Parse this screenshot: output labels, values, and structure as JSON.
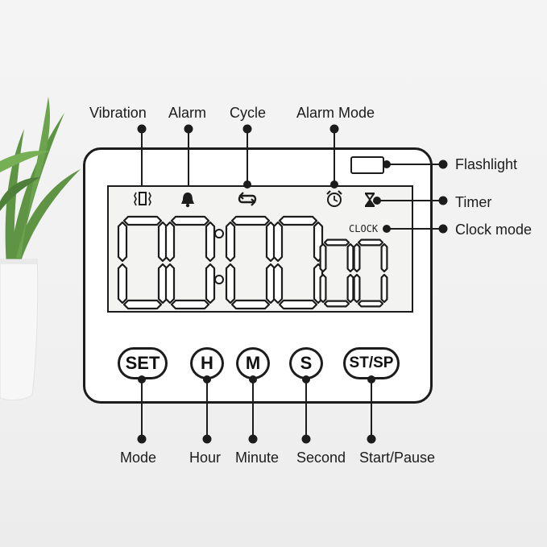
{
  "callouts": {
    "vibration": "Vibration",
    "alarm": "Alarm",
    "cycle": "Cycle",
    "alarm_mode": "Alarm Mode",
    "flashlight": "Flashlight",
    "timer": "Timer",
    "clock_mode": "Clock mode",
    "mode": "Mode",
    "hour": "Hour",
    "minute": "Minute",
    "second": "Second",
    "start_pause": "Start/Pause"
  },
  "device": {
    "clock_indicator": "CLOCK",
    "display_digits": "000000",
    "buttons": {
      "set": "SET",
      "h": "H",
      "m": "M",
      "s": "S",
      "stsp": "ST/SP"
    }
  },
  "colors": {
    "device_body": "#ffffff",
    "outline": "#1c1c1c",
    "lcd_bg": "#f3f3f1",
    "plant_leaf": "#4f8a32",
    "pot": "#f7f7f7"
  }
}
